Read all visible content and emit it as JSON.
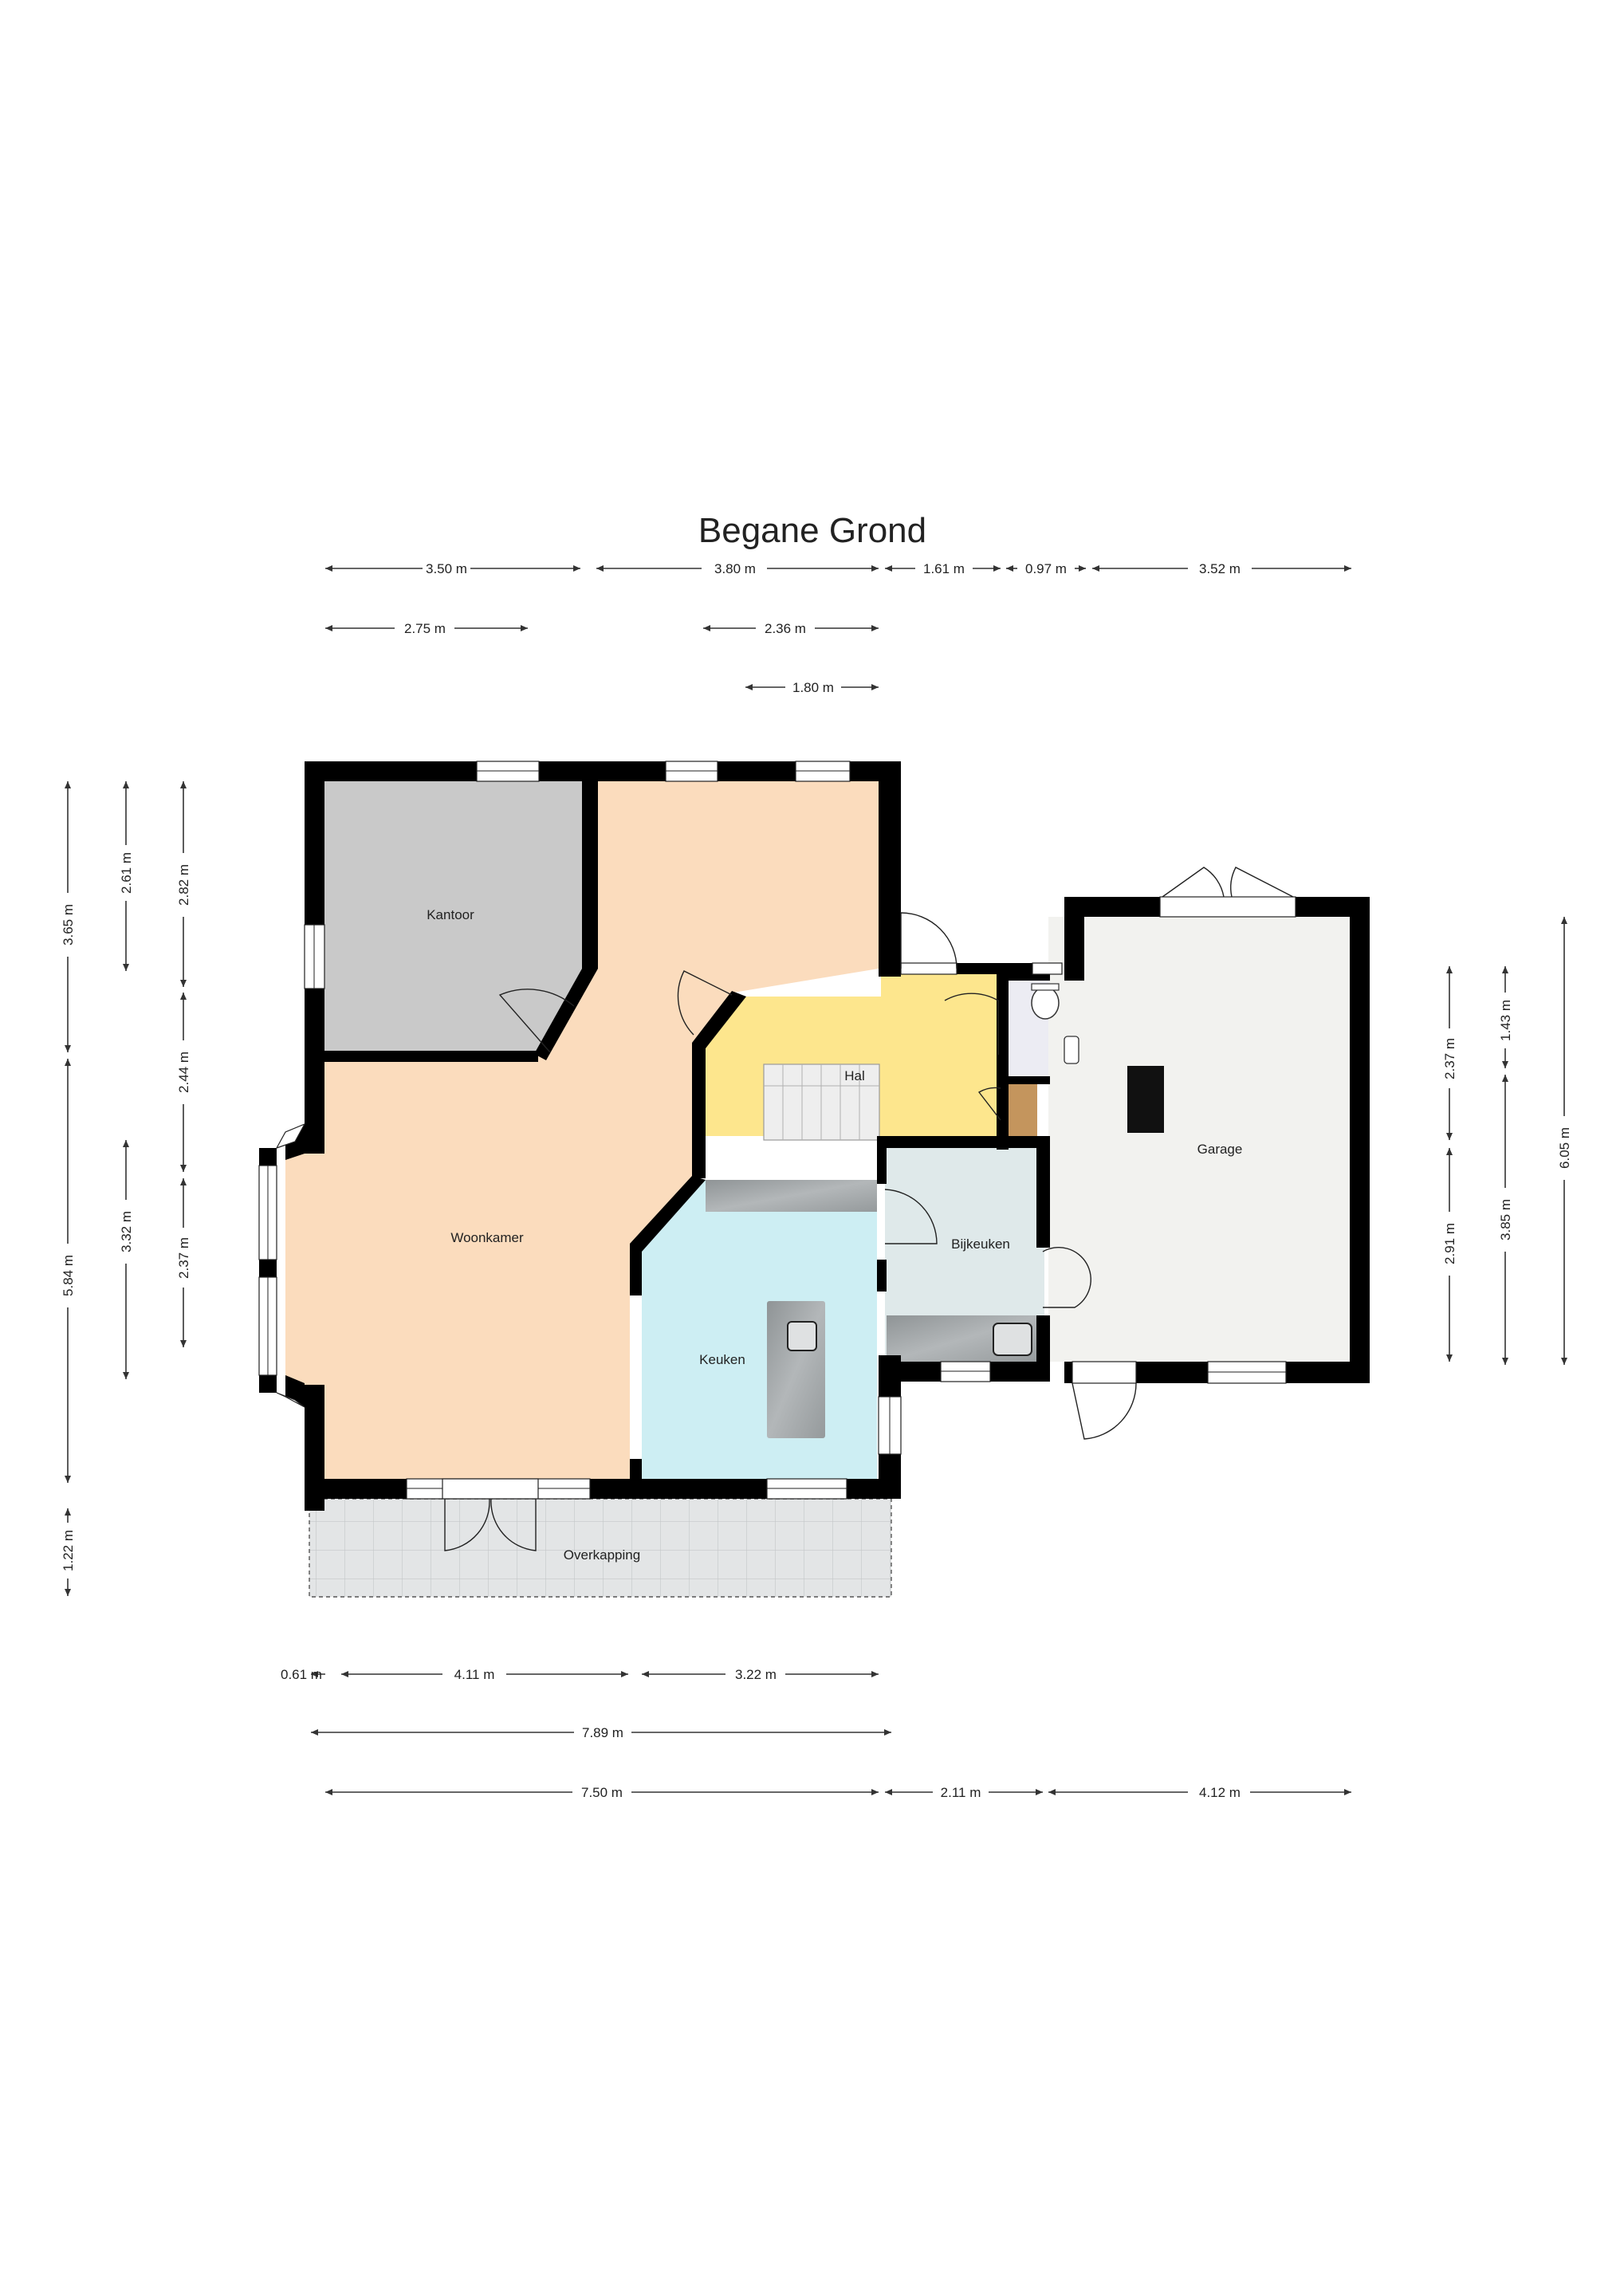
{
  "title": "Begane Grond",
  "colors": {
    "wall": "#000000",
    "kantoor": "#c9c9c9",
    "woonkamer": "#fbdcbd",
    "hal": "#fde68d",
    "keuken": "#cdeef3",
    "bijkeuken": "#dfe9ea",
    "garage": "#f2f2ef",
    "overkapping": "#e3e5e6",
    "counter": "#9ea2a4",
    "toilet": "#ececf3"
  },
  "rooms": {
    "kantoor": "Kantoor",
    "woonkamer": "Woonkamer",
    "hal": "Hal",
    "keuken": "Keuken",
    "bijkeuken": "Bijkeuken",
    "garage": "Garage",
    "overkapping": "Overkapping"
  },
  "dimensions": {
    "top": [
      "3.50 m",
      "3.80 m",
      "1.61 m",
      "0.97 m",
      "3.52 m",
      "2.75 m",
      "2.36 m",
      "1.80 m"
    ],
    "left": [
      "3.65 m",
      "5.84 m",
      "1.22 m",
      "2.61 m",
      "3.32 m",
      "2.82 m",
      "2.44 m",
      "2.37 m"
    ],
    "right": [
      "2.37 m",
      "2.91 m",
      "1.43 m",
      "3.85 m",
      "6.05 m"
    ],
    "bottom": [
      "0.61 m",
      "4.11 m",
      "3.22 m",
      "7.89 m",
      "7.50 m",
      "2.11 m",
      "4.12 m"
    ]
  }
}
